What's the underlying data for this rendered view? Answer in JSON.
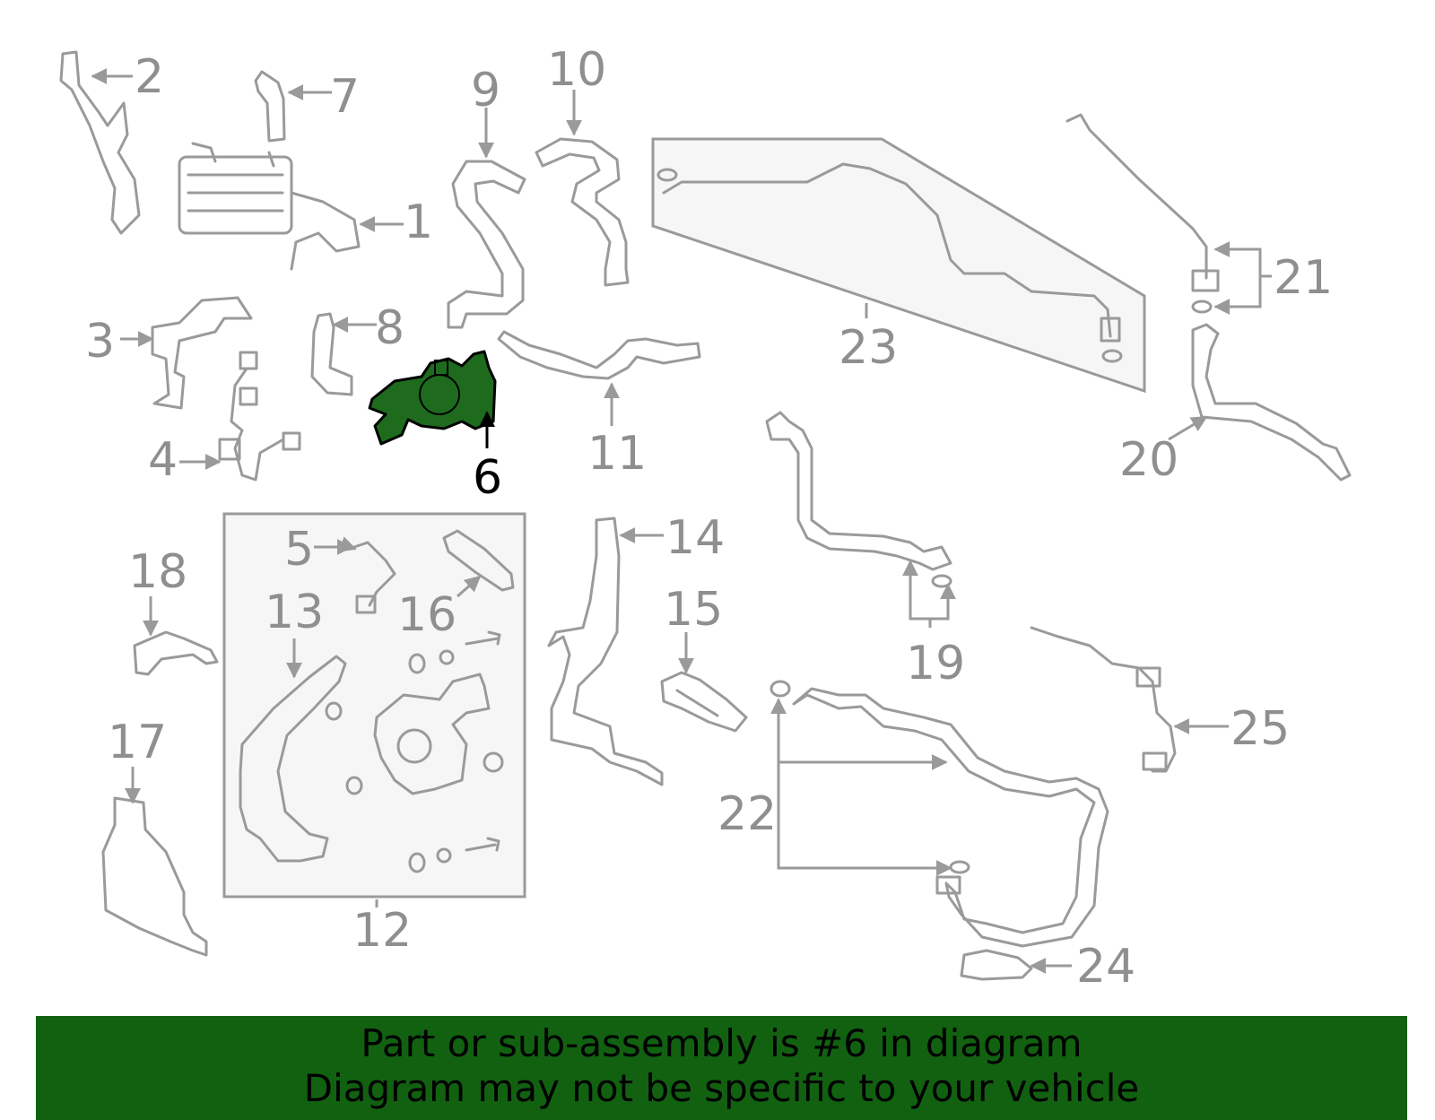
{
  "diagram": {
    "highlighted_part": "6",
    "callouts": [
      "1",
      "2",
      "3",
      "4",
      "5",
      "6",
      "7",
      "8",
      "9",
      "10",
      "11",
      "12",
      "13",
      "14",
      "15",
      "16",
      "17",
      "18",
      "19",
      "20",
      "21",
      "22",
      "23",
      "24",
      "25"
    ]
  },
  "banner": {
    "line1": "Part or sub-assembly is #6 in diagram",
    "line2": "Diagram may not be specific to your vehicle"
  },
  "colors": {
    "banner_background": "#116111",
    "highlight": "#1e6b1e",
    "line_art": "#9a9a9a"
  }
}
